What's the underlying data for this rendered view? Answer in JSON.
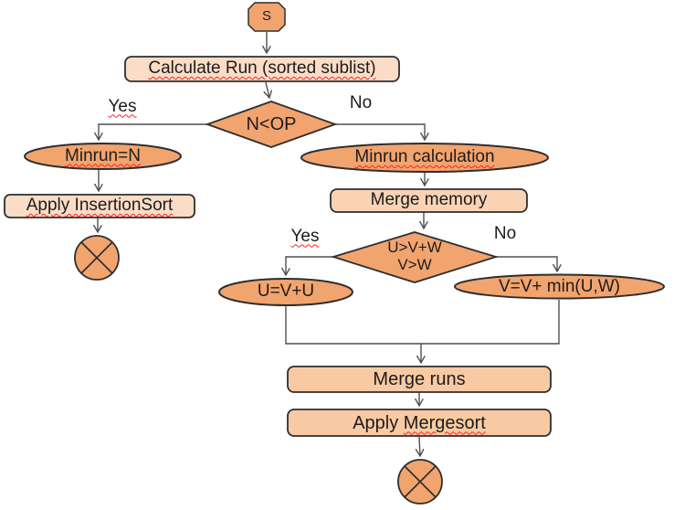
{
  "palette": {
    "shape_dark": "#F2A46E",
    "shape_light": "#FBDCC6",
    "shape_medium_light": "#FAD3B5",
    "shape_medium": "#F8CAA3",
    "outline": "#2E2E2E",
    "connector": "#4F4F4F",
    "squiggle_red": "#FF2020",
    "text": "#1C1C1C",
    "background": "#FFFFFF"
  },
  "nodes": {
    "start": "S",
    "calc_run": "Calculate Run (sorted sublist)",
    "decision1": "N<OP",
    "minrun_n": "Minrun=N",
    "apply_insertion": "Apply InsertionSort",
    "minrun_calc": "Minrun calculation",
    "merge_memory": "Merge memory",
    "decision2_line1": "U>V+W",
    "decision2_line2": "V>W",
    "u_update": "U=V+U",
    "v_update": "V=V+ min(U,W)",
    "merge_runs": "Merge runs",
    "apply_mergesort_prefix": "Apply",
    "apply_mergesort_word": "Mergesort"
  },
  "edges": [
    {
      "from": "start",
      "to": "calc_run",
      "label": ""
    },
    {
      "from": "calc_run",
      "to": "decision1",
      "label": ""
    },
    {
      "from": "decision1",
      "to": "minrun_n",
      "label": "Yes"
    },
    {
      "from": "decision1",
      "to": "minrun_calc",
      "label": "No"
    },
    {
      "from": "minrun_n",
      "to": "apply_insertion",
      "label": ""
    },
    {
      "from": "apply_insertion",
      "to": "end_left",
      "label": ""
    },
    {
      "from": "minrun_calc",
      "to": "merge_memory",
      "label": ""
    },
    {
      "from": "merge_memory",
      "to": "decision2",
      "label": ""
    },
    {
      "from": "decision2",
      "to": "u_update",
      "label": "Yes"
    },
    {
      "from": "decision2",
      "to": "v_update",
      "label": "No"
    },
    {
      "from": "u_update",
      "to": "merge_runs",
      "label": ""
    },
    {
      "from": "v_update",
      "to": "merge_runs",
      "label": ""
    },
    {
      "from": "merge_runs",
      "to": "apply_mergesort",
      "label": ""
    },
    {
      "from": "apply_mergesort",
      "to": "end_bottom",
      "label": ""
    }
  ]
}
